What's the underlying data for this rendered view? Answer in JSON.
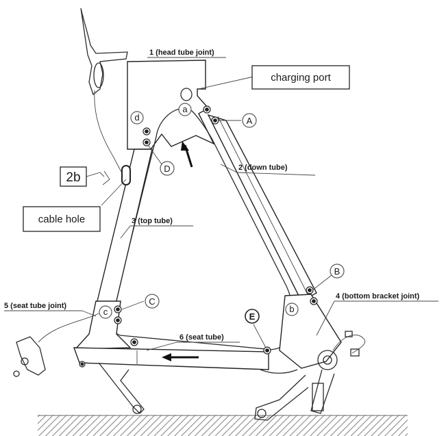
{
  "callouts": {
    "charging_port": "charging port",
    "cable_hole": "cable hole",
    "tag_2b": "2b"
  },
  "parts": {
    "p1": "1 (head tube joint)",
    "p2": "2 (down tube)",
    "p3": "3 (top tube)",
    "p4": "4 (bottom bracket joint)",
    "p5": "5 (seat tube joint)",
    "p6": "6 (seat tube)"
  },
  "points_upper": [
    "A",
    "B",
    "C",
    "D",
    "E"
  ],
  "points_lower": [
    "a",
    "b",
    "c",
    "d"
  ],
  "colors": {
    "ink": "#222222",
    "ground": "#9a9a9a",
    "background": "#ffffff"
  }
}
